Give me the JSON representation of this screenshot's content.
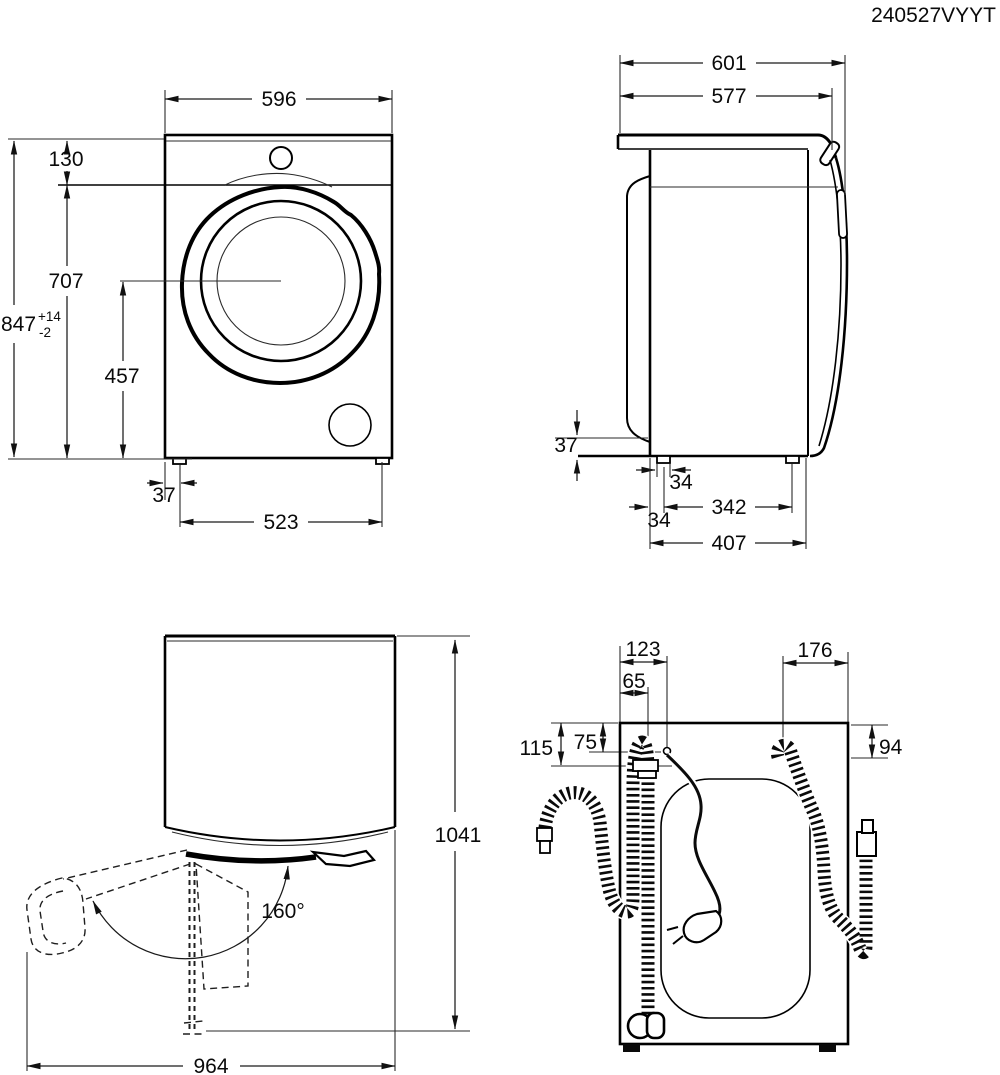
{
  "title_block": {
    "doc_code": "240527VYYT"
  },
  "front_view": {
    "dims": {
      "width": "596",
      "panel_height": "130",
      "height_below_panel": "707",
      "total_height": "847",
      "total_height_tol_plus": "+14",
      "total_height_tol_minus": "-2",
      "door_center_height": "457",
      "foot_inset": "37",
      "feet_distance": "523"
    }
  },
  "side_view": {
    "dims": {
      "total_depth": "601",
      "cabinet_depth": "577",
      "plinth_height": "37",
      "foot_width": "34",
      "foot_back_inset": "34",
      "feet_distance": "342",
      "base_depth": "407"
    }
  },
  "door_open_view": {
    "dims": {
      "depth_door_open": "1041",
      "width_door_open": "964",
      "opening_angle": "160°"
    }
  },
  "rear_view": {
    "dims": {
      "cord_offset_x": "123",
      "drain_offset_x": "65",
      "drain_offset_y": "115",
      "cord_offset_y": "75",
      "inlet_offset_x": "176",
      "inlet_offset_y": "94"
    }
  }
}
